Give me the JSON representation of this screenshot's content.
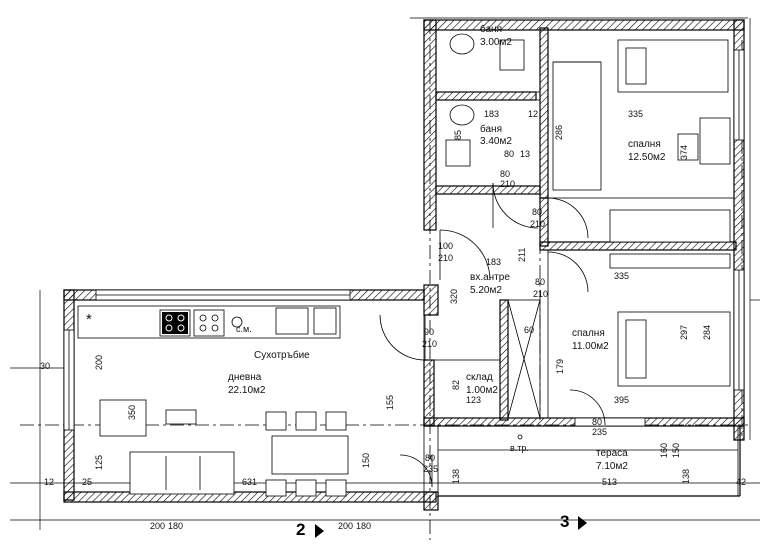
{
  "rooms": {
    "bath1": {
      "name": "баня",
      "area": "3.00м2"
    },
    "bath2": {
      "name": "баня",
      "area": "3.40м2"
    },
    "bedroom1": {
      "name": "спалня",
      "area": "12.50м2"
    },
    "bedroom2": {
      "name": "спалня",
      "area": "11.00м2"
    },
    "hall": {
      "name": "вх.антре",
      "area": "5.20м2"
    },
    "living": {
      "name": "дневна",
      "area": "22.10м2"
    },
    "storage": {
      "name": "склад",
      "area": "1.00м2"
    },
    "terrace": {
      "name": "тераса",
      "area": "7.10м2"
    }
  },
  "labels": {
    "drying": "Сухотръбие",
    "wm": "с.м.",
    "vtr": "в.тр.",
    "star": "*"
  },
  "doors": {
    "d1_w": "80",
    "d1_h": "210",
    "d2_w": "80",
    "d2_h": "210",
    "d3_w": "100",
    "d3_h": "210",
    "d4_w": "80",
    "d4_h": "210",
    "d5_w": "90",
    "d5_h": "210",
    "d6_w": "80",
    "d6_h": "235",
    "d7_w": "80",
    "d7_h": "235"
  },
  "dims": {
    "a": "183",
    "b": "12",
    "c": "335",
    "d": "286",
    "e": "374",
    "f": "85",
    "g": "80",
    "h": "13",
    "i": "25",
    "j": "211",
    "k": "183",
    "l": "12",
    "m": "335",
    "n": "320",
    "o": "60",
    "p": "297",
    "q": "284",
    "r": "179",
    "s": "82",
    "t": "123",
    "u": "395",
    "v": "155",
    "w": "350",
    "x": "200",
    "y": "30",
    "z": "125",
    "aa": "631",
    "ab": "513",
    "ac": "150",
    "ad": "138",
    "ae": "160",
    "af": "150",
    "ag": "42",
    "ah": "180",
    "ai": "200",
    "aj": "25",
    "ak": "12"
  },
  "axes": {
    "ax2": "2",
    "ax3": "3"
  }
}
